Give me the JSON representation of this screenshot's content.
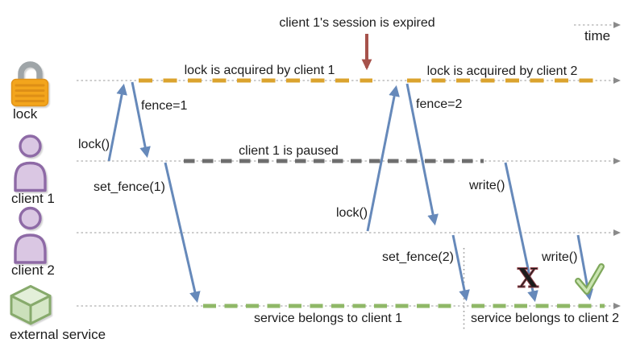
{
  "header": {
    "session_note": "client 1's session is expired",
    "time_label": "time"
  },
  "actors": [
    {
      "id": "lock",
      "label": "lock",
      "icon": "padlock-icon"
    },
    {
      "id": "client-1",
      "label": "client 1",
      "icon": "person-icon"
    },
    {
      "id": "client-2",
      "label": "client 2",
      "icon": "person-icon"
    },
    {
      "id": "external-service",
      "label": "external service",
      "icon": "cube-icon"
    }
  ],
  "spans": [
    {
      "lane": "lock",
      "label": "lock is acquired by client 1"
    },
    {
      "lane": "lock",
      "label": "lock is acquired by client 2"
    },
    {
      "lane": "client-1",
      "label": "client 1 is paused"
    },
    {
      "lane": "external-service",
      "label": "service belongs to client 1"
    },
    {
      "lane": "external-service",
      "label": "service belongs to client 2"
    }
  ],
  "messages": [
    {
      "from": "client-1",
      "to": "lock",
      "label": "lock()"
    },
    {
      "from": "lock",
      "to": "client-1",
      "label": "fence=1"
    },
    {
      "from": "client-1",
      "to": "external-service",
      "label": "set_fence(1)"
    },
    {
      "from": "client-2",
      "to": "lock",
      "label": "lock()"
    },
    {
      "from": "lock",
      "to": "client-2",
      "label": "fence=2"
    },
    {
      "from": "client-2",
      "to": "external-service",
      "label": "set_fence(2)"
    },
    {
      "from": "client-1",
      "to": "external-service",
      "label": "write()",
      "result": "rejected"
    },
    {
      "from": "client-2",
      "to": "external-service",
      "label": "write()",
      "result": "accepted"
    }
  ],
  "marks": {
    "fail": "X",
    "success": "check"
  },
  "colors": {
    "lock_span": "#DBA32E",
    "paused_span": "#6E6E6E",
    "service_span": "#8FB867",
    "message_arrow": "#6689BA",
    "expire_arrow": "#A6524B",
    "timeline": "#9B9B9B",
    "fail_mark": "#B2555A",
    "success_mark": "#7FA85C"
  }
}
